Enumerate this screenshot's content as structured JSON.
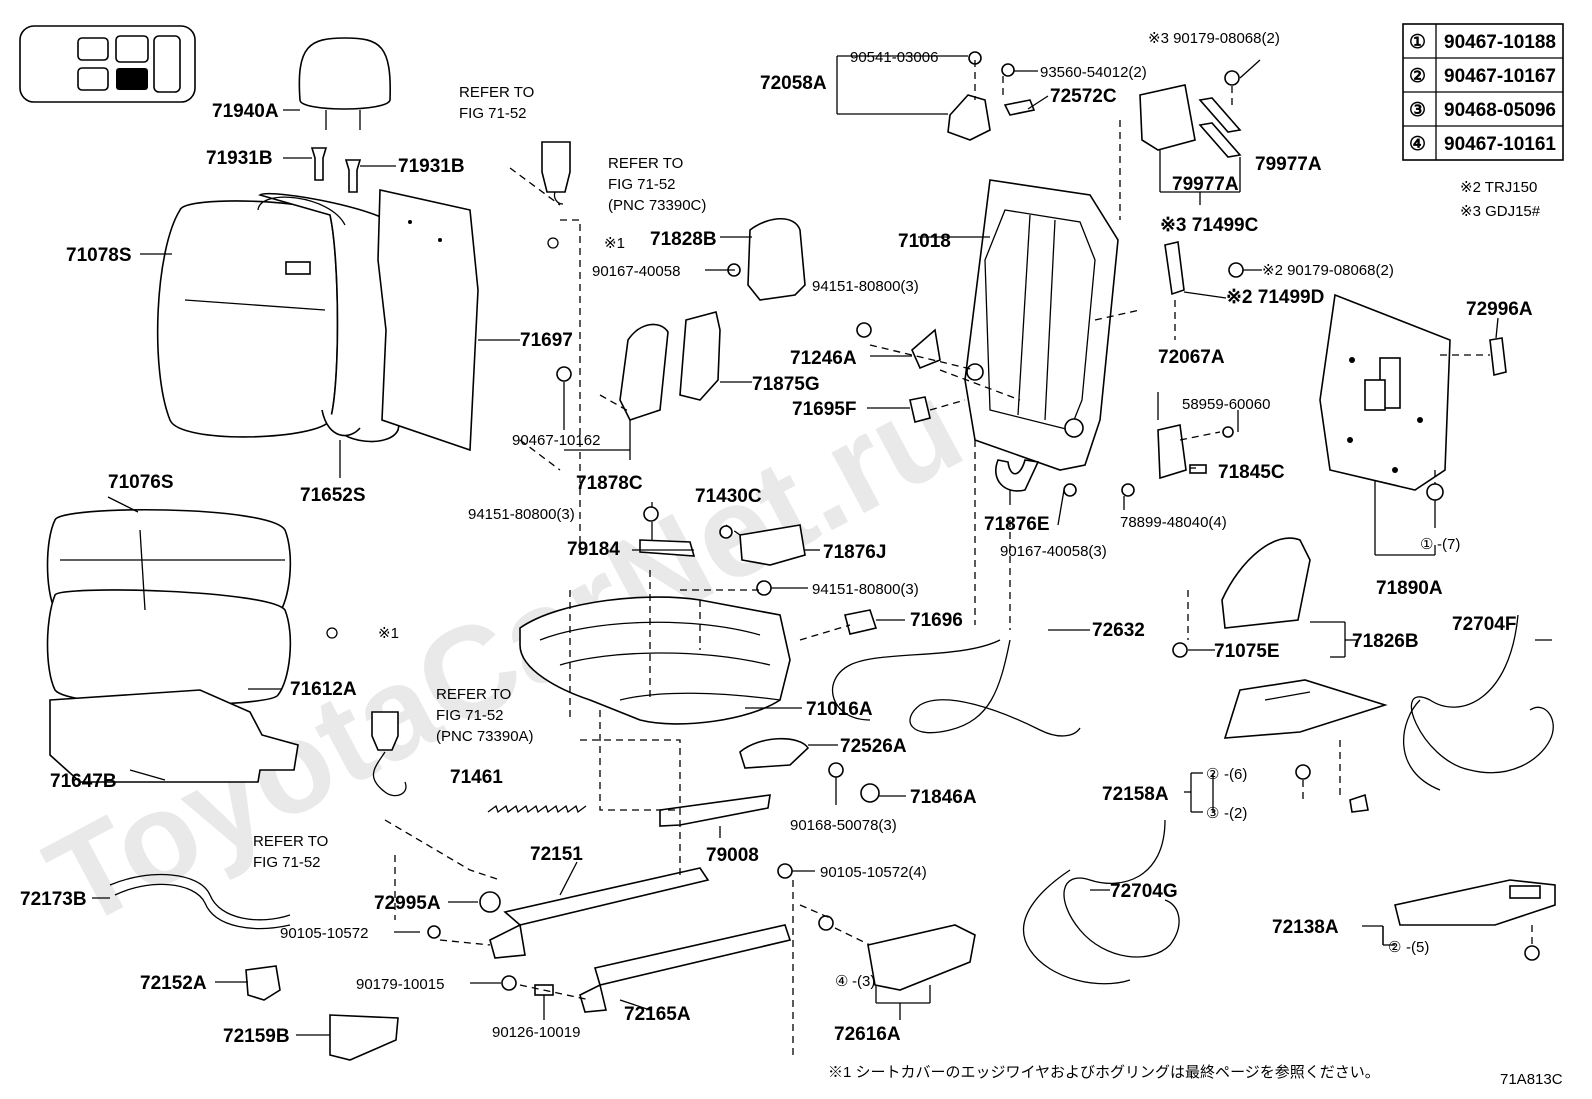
{
  "watermark": "ToyotaCarNet.ru",
  "legend": [
    {
      "num": "①",
      "code": "90467-10188"
    },
    {
      "num": "②",
      "code": "90467-10167"
    },
    {
      "num": "③",
      "code": "90468-05096"
    },
    {
      "num": "④",
      "code": "90467-10161"
    }
  ],
  "notes": {
    "note2": "※2 TRJ150",
    "note3": "※3 GDJ15#",
    "footnote": "※1 シートカバーのエッジワイヤおよびホグリングは最終ページを参照ください。",
    "fig_id": "71A813C"
  },
  "labels": {
    "p71940A": "71940A",
    "p71931B_l": "71931B",
    "p71931B_r": "71931B",
    "p71078S": "71078S",
    "p71697": "71697",
    "p71652S": "71652S",
    "p71076S": "71076S",
    "p71612A": "71612A",
    "p71647B": "71647B",
    "p71461": "71461",
    "p72173B": "72173B",
    "p72152A": "72152A",
    "p72159B": "72159B",
    "p72151": "72151",
    "p72995A": "72995A",
    "p90105_10572a": "90105-10572",
    "p90179_10015": "90179-10015",
    "p90126_10019": "90126-10019",
    "p72165A": "72165A",
    "p79008": "79008",
    "p90105_10572b": "90105-10572(4)",
    "p72616A": "72616A",
    "p72616A_sub": "-(3)",
    "p71828B": "71828B",
    "p90167_40058": "90167-40058",
    "p71875G": "71875G",
    "p90467_10162": "90467-10162",
    "p71878C": "71878C",
    "p71430C": "71430C",
    "p94151_a": "94151-80800(3)",
    "p79184": "79184",
    "p71876J": "71876J",
    "p94151_b": "94151-80800(3)",
    "p71696": "71696",
    "p71016A": "71016A",
    "p72526A": "72526A",
    "p71846A": "71846A",
    "p90168_50078": "90168-50078(3)",
    "p72058A": "72058A",
    "p90541_03006": "90541-03006",
    "p93560_54012": "93560-54012(2)",
    "p72572C": "72572C",
    "p90179_08068a": "※3 90179-08068(2)",
    "p79977A_l": "79977A",
    "p79977A_r": "79977A",
    "p71499C": "※3 71499C",
    "p71018": "71018",
    "p94151_c": "94151-80800(3)",
    "p71246A": "71246A",
    "p71695F": "71695F",
    "p90179_08068b": "※2 90179-08068(2)",
    "p71499D": "※2 71499D",
    "p72067A": "72067A",
    "p58959_60060": "58959-60060",
    "p71845C": "71845C",
    "p71876E": "71876E",
    "p78899_48040": "78899-48040(4)",
    "p90167_40058b": "90167-40058(3)",
    "p72632": "72632",
    "p72996A": "72996A",
    "p71890A": "71890A",
    "p71890A_sub": "-(7)",
    "p71075E": "71075E",
    "p71826B": "71826B",
    "p72704F": "72704F",
    "p72158A": "72158A",
    "p72158A_sub2": "-(6)",
    "p72158A_sub3": "-(2)",
    "p72704G": "72704G",
    "p72138A": "72138A",
    "p72138A_sub": "-(5)",
    "refer1a": "REFER TO",
    "refer1b": "FIG 71-52",
    "refer2a": "REFER TO",
    "refer2b": "FIG 71-52",
    "refer2c": "(PNC 73390C)",
    "refer3a": "REFER TO",
    "refer3b": "FIG 71-52",
    "refer3c": "(PNC 73390A)",
    "refer4a": "REFER TO",
    "refer4b": "FIG 71-52",
    "x1a": "※1",
    "x1b": "※1",
    "c1": "①",
    "c2a": "②",
    "c3": "③",
    "c2b": "②",
    "c4": "④"
  }
}
